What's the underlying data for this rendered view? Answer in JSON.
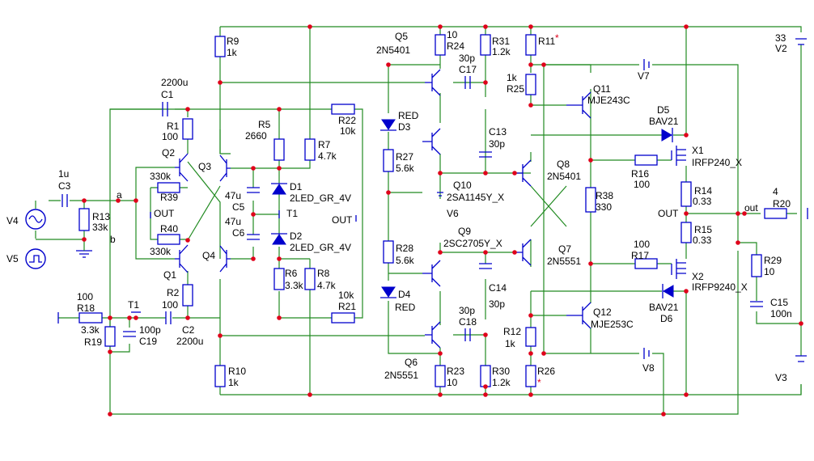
{
  "labels": {
    "R9": "R9",
    "R9v": "1k",
    "Q5": "Q5",
    "Q5p": "2N5401",
    "R24v": "10",
    "R24": "R24",
    "R31": "R31",
    "R31v": "1.2k",
    "R11": "R11",
    "R11star": "*",
    "V2v": "33",
    "V2": "V2",
    "C17v": "30p",
    "C17": "C17",
    "C1v": "2200u",
    "C1": "C1",
    "R25v": "1k",
    "R25": "R25",
    "V7": "V7",
    "Q11": "Q11",
    "Q11p": "MJE243C",
    "R22": "R22",
    "R22v": "10k",
    "R1": "R1",
    "R1v": "100",
    "D3a": "RED",
    "D3": "D3",
    "D5": "D5",
    "D5p": "BAV21",
    "R5": "R5",
    "R5v": "2660",
    "R7": "R7",
    "R7v": "4.7k",
    "C13": "C13",
    "C13v": "30p",
    "X1": "X1",
    "X1p": "IRFP240_X",
    "Q2": "Q2",
    "R27": "R27",
    "R27v": "5.6k",
    "C3v": "1u",
    "C3": "C3",
    "Q3": "Q3",
    "R39v": "330k",
    "R39": "R39",
    "D1": "D1",
    "D1p": "2LED_GR_4V",
    "Q8": "Q8",
    "Q8p": "2N5401",
    "R16": "R16",
    "R16v": "100",
    "Q10": "Q10",
    "Q10p": "2SA1145Y_X",
    "R14": "R14",
    "R14v": "0.33",
    "C5v": "47u",
    "C5": "C5",
    "a": "a",
    "R13": "R13",
    "R13v": "33k",
    "V4": "V4",
    "R38": "R38",
    "R38v": "330",
    "R20v": "4",
    "R20": "R20",
    "T1": "T1",
    "T1b": "T1",
    "OUT1": "OUT",
    "OUT2": "OUT",
    "OUT3": "OUT",
    "out": "out",
    "V6": "V6",
    "C6v": "47u",
    "C6": "C6",
    "R40": "R40",
    "R40v": "330k",
    "D2": "D2",
    "D2p": "2LED_GR_4V",
    "b": "b",
    "Q9": "Q9",
    "Q9p": "2SC2705Y_X",
    "R15": "R15",
    "R15v": "0.33",
    "V5": "V5",
    "R28": "R28",
    "R28v": "5.6k",
    "Q4": "Q4",
    "Q7": "Q7",
    "Q7p": "2N5551",
    "R17v": "100",
    "R17": "R17",
    "R29": "R29",
    "R29v": "10",
    "Q1": "Q1",
    "R6": "R6",
    "R6v": "3.3k",
    "R8": "R8",
    "R8v": "4.7k",
    "X2": "X2",
    "X2p": "IRFP9240_X",
    "C14": "C14",
    "C14v": "30p",
    "D4": "D4",
    "D4a": "RED",
    "R2": "R2",
    "R2v": "100",
    "R21v": "10k",
    "R21": "R21",
    "D6p": "BAV21",
    "D6": "D6",
    "C15": "C15",
    "C15v": "100n",
    "R18v": "100",
    "R18": "R18",
    "Q12": "Q12",
    "Q12p": "MJE253C",
    "C18v": "30p",
    "C18": "C18",
    "R19v": "3.3k",
    "R19": "R19",
    "C19v": "100p",
    "C19": "C19",
    "C2": "C2",
    "C2v": "2200u",
    "R12": "R12",
    "R12v": "1k",
    "R10": "R10",
    "R10v": "1k",
    "Q6": "Q6",
    "Q6p": "2N5551",
    "R23": "R23",
    "R23v": "10",
    "R30": "R30",
    "R30v": "1.2k",
    "R26": "R26",
    "R26star": "*",
    "V8": "V8",
    "V3": "V3"
  },
  "colors": {
    "wire": "#228b22",
    "component": "#0000cc",
    "junction": "#e0001b",
    "text": "#000000"
  }
}
